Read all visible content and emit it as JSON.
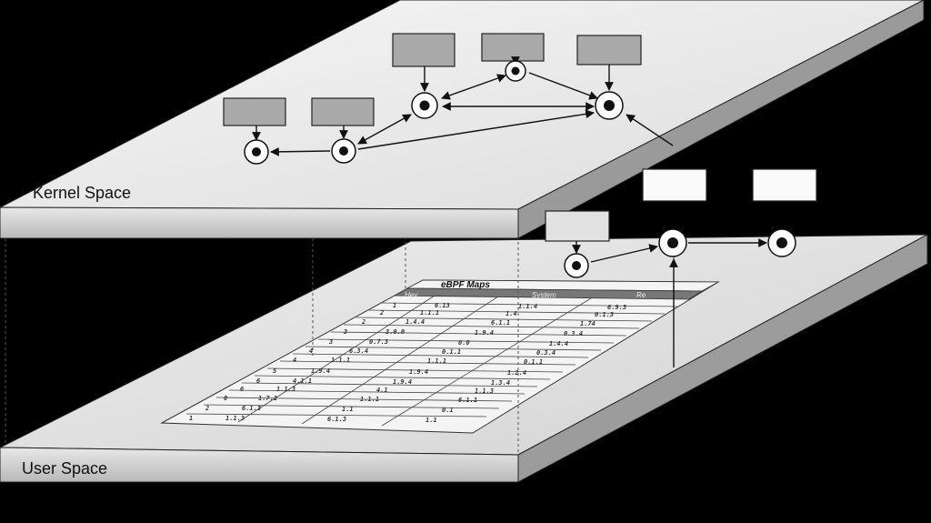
{
  "planes": {
    "kernel_label": "Kernel Space",
    "user_label": "User Space"
  },
  "maps_table": {
    "title": "eBPF Maps",
    "headers": [
      "Hey",
      "System",
      "Re"
    ],
    "rows": [
      [
        "1",
        "6.13",
        "1.1.4",
        "6.9.3"
      ],
      [
        "2",
        "1.1.1",
        "1.4",
        "0.1.3"
      ],
      [
        "2",
        "1.4.4",
        "6.1.1",
        "1.74"
      ],
      [
        "3",
        "3.0.0",
        "1.9.4",
        "0.3.4"
      ],
      [
        "3",
        "0.7.3",
        "0.0",
        "1.4.4"
      ],
      [
        "4",
        "6.3.4",
        "0.1.1",
        "0.3.4"
      ],
      [
        "4",
        "1.1.1",
        "1.1.1",
        "0.1.1"
      ],
      [
        "5",
        "1.9.4",
        "1.9.4",
        "1.2.4"
      ],
      [
        "6",
        "4.1.1",
        "1.9.4",
        "1.3.4"
      ],
      [
        "6",
        "1.1.3",
        "4.1",
        "1.1.3"
      ],
      [
        "0",
        "1.7.1",
        "1.1.1",
        "6.1.1"
      ],
      [
        "2",
        "6.1.3",
        "1.1",
        "0.1"
      ],
      [
        "1",
        "1.1.3",
        "6.1.3",
        "1.1"
      ]
    ]
  }
}
